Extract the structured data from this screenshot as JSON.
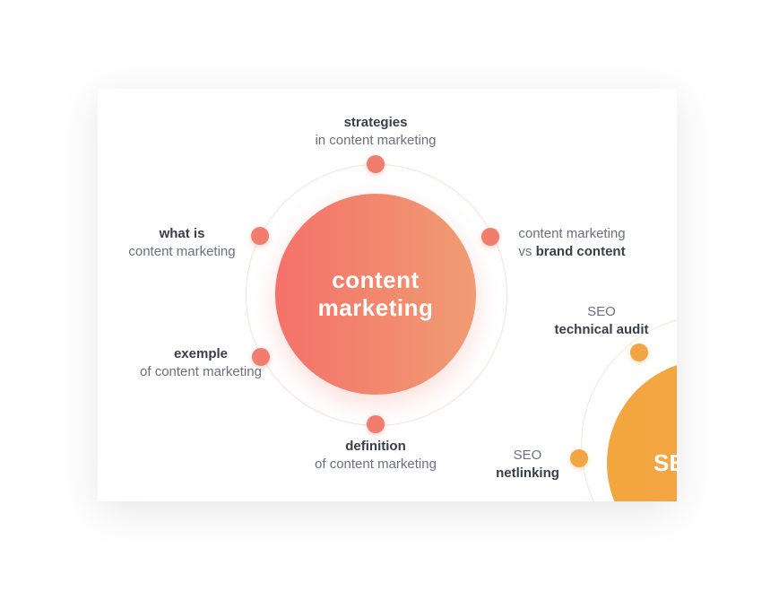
{
  "hub": {
    "line1": "content",
    "line2": "marketing"
  },
  "seo_hub": {
    "label": "SE"
  },
  "nodes": {
    "strategies": {
      "bold": "strategies",
      "text": "in content marketing"
    },
    "what_is": {
      "bold": "what is",
      "text": "content marketing"
    },
    "vs_brand": {
      "text1": "content marketing",
      "text2_prefix": "vs ",
      "bold": "brand content"
    },
    "exemple": {
      "bold": "exemple",
      "text": "of content marketing"
    },
    "definition": {
      "bold": "definition",
      "text": "of content marketing"
    },
    "seo_audit": {
      "text": "SEO",
      "bold": "technical audit"
    },
    "seo_netlinking": {
      "text": "SEO",
      "bold": "netlinking"
    }
  },
  "colors": {
    "hub_gradient_start": "#f4716a",
    "hub_gradient_end": "#f09c72",
    "seo_color": "#f3a63e",
    "dot_red": "#f17d6c",
    "dot_orange": "#f3a443"
  }
}
